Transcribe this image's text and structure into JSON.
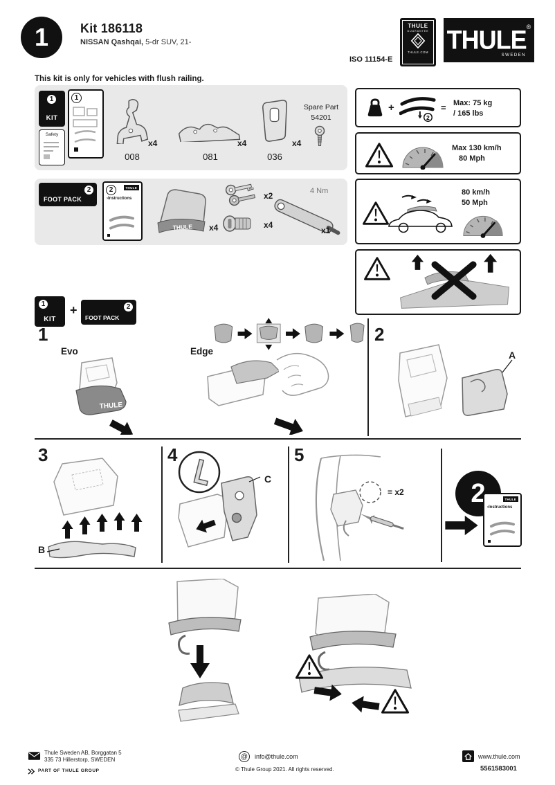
{
  "header": {
    "step_number": "1",
    "kit_title": "Kit 186118",
    "vehicle_bold": "NISSAN Qashqai,",
    "vehicle_rest": " 5-dr SUV, 21-",
    "iso": "ISO 11154-E",
    "guarantee": {
      "brand": "THULE",
      "label": "GUARANTEE",
      "site": "THULE.COM"
    },
    "logo": {
      "brand": "THULE",
      "reg": "®",
      "country": "SWEDEN"
    }
  },
  "notice": "This kit is only for vehicles with flush railing.",
  "kit_box": {
    "badge_num": "1",
    "badge_label": "KIT",
    "safety_label": "Safety",
    "booklet_num": "1",
    "parts": [
      {
        "code": "008",
        "qty": "x4"
      },
      {
        "code": "081",
        "qty": "x4"
      },
      {
        "code": "036",
        "qty": "x4"
      }
    ],
    "spare_part_label": "Spare Part",
    "spare_part_number": "54201"
  },
  "info": {
    "load": {
      "plus": "+",
      "ref_num": "2",
      "equals": "=",
      "line1": "Max: 75 kg",
      "line2": "/ 165 lbs"
    },
    "speed_max": {
      "line1": "Max 130 km/h",
      "line2": "80 Mph"
    },
    "speed_load": {
      "line1": "80 km/h",
      "line2": "50 Mph"
    }
  },
  "foot_pack": {
    "badge_num": "2",
    "badge_label": "FOOT PACK",
    "booklet_num": "2",
    "booklet_brand": "THULE",
    "booklet_bullet": "›",
    "booklet_text": "Instructions",
    "brand_on_foot": "THULE",
    "foot_qty": "x4",
    "keys_qty": "x2",
    "locks_qty": "x4",
    "torque": "4 Nm",
    "tool_qty": "x1"
  },
  "combo": {
    "kit_num": "1",
    "kit_label": "KIT",
    "plus": "+",
    "fp_num": "2",
    "fp_label": "FOOT PACK"
  },
  "steps": {
    "s1": {
      "num": "1",
      "evo": "Evo",
      "edge": "Edge",
      "brand_on_foot": "THULE"
    },
    "s2": {
      "num": "2",
      "label_a": "A"
    },
    "s3": {
      "num": "3",
      "label_b": "B"
    },
    "s4": {
      "num": "4",
      "label_c": "C"
    },
    "s5": {
      "num": "5",
      "times": "= x2"
    },
    "next": {
      "num": "2",
      "booklet_brand": "THULE",
      "booklet_bullet": "›",
      "booklet_text": "Instructions"
    }
  },
  "footer": {
    "address_line1": "Thule Sweden AB, Borggatan 5",
    "address_line2": "335 73 Hillerstorp, SWEDEN",
    "part_of": "PART OF THULE GROUP",
    "at_icon": "@",
    "email": "info@thule.com",
    "copyright": "© Thule Group 2021. All rights reserved.",
    "website": "www.thule.com",
    "doc_number": "5561583001"
  }
}
